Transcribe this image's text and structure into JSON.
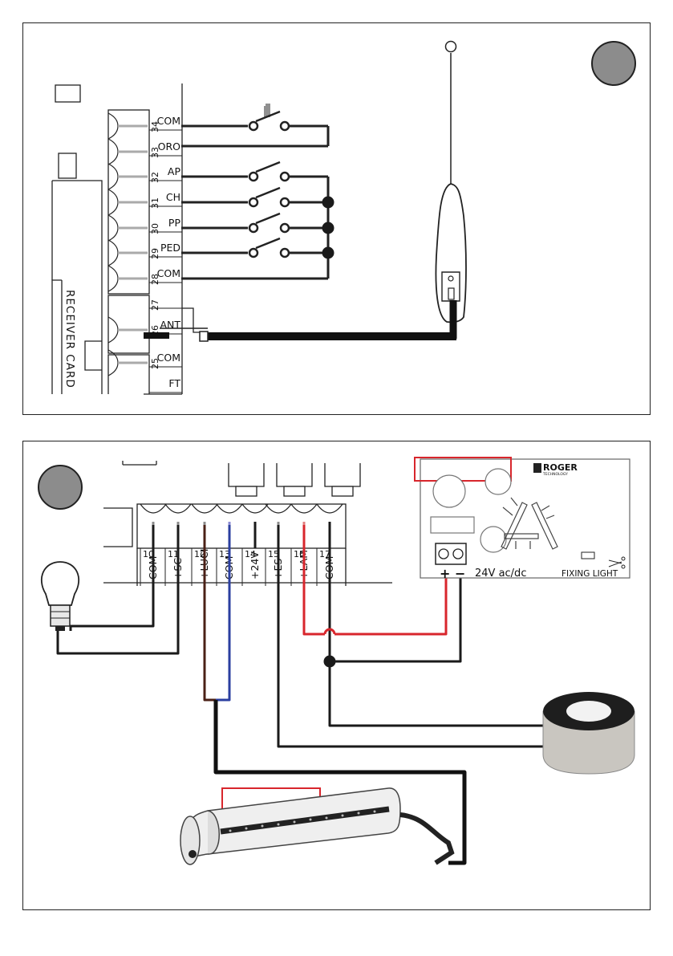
{
  "top": {
    "terminals": [
      {
        "num": "34",
        "label": "COM"
      },
      {
        "num": "33",
        "label": "ORO"
      },
      {
        "num": "32",
        "label": "AP"
      },
      {
        "num": "31",
        "label": "CH"
      },
      {
        "num": "30",
        "label": "PP"
      },
      {
        "num": "29",
        "label": "PED"
      },
      {
        "num": "28",
        "label": "COM"
      },
      {
        "num": "27",
        "label": ""
      },
      {
        "num": "26",
        "label": "ANT"
      },
      {
        "num": "25",
        "label": "COM"
      },
      {
        "num": "",
        "label": "FT"
      }
    ],
    "receiver_card_label": "RECEIVER CARD"
  },
  "bottom": {
    "terminals": [
      {
        "num": "10",
        "label": "COM"
      },
      {
        "num": "11",
        "label": "+SC"
      },
      {
        "num": "12",
        "label": "+LUCI"
      },
      {
        "num": "13",
        "label": "COM"
      },
      {
        "num": "14",
        "label": "+24V"
      },
      {
        "num": "15",
        "label": "+ES"
      },
      {
        "num": "16",
        "label": "+LAM"
      },
      {
        "num": "17",
        "label": "COM"
      }
    ],
    "lamp_card": {
      "brand": "ROGER",
      "brand_sub": "TECHNOLOGY",
      "voltage": "24V ac/dc",
      "fixing_light": "FIXING LIGHT",
      "plus": "+",
      "minus": "−"
    },
    "wire_colors": {
      "red": "#d8262c",
      "blue": "#2b3fa0",
      "brown": "#4a2016",
      "black": "#1a1a1a",
      "grey": "#8c8c8c"
    }
  }
}
